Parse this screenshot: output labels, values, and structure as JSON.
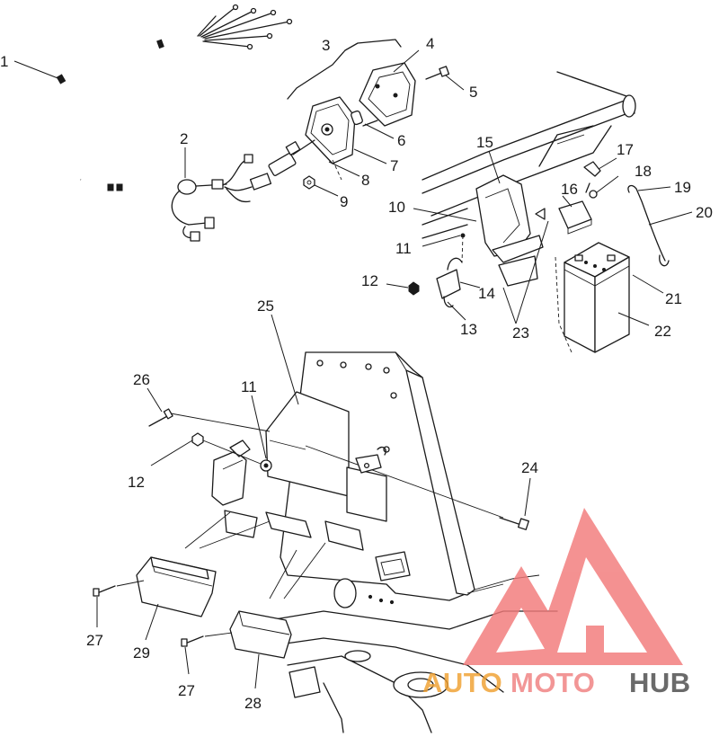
{
  "callouts": [
    {
      "id": "1",
      "text": "1"
    },
    {
      "id": "2",
      "text": "2"
    },
    {
      "id": "3",
      "text": "3"
    },
    {
      "id": "4",
      "text": "4"
    },
    {
      "id": "5",
      "text": "5"
    },
    {
      "id": "6",
      "text": "6"
    },
    {
      "id": "7",
      "text": "7"
    },
    {
      "id": "8",
      "text": "8"
    },
    {
      "id": "9",
      "text": "9"
    },
    {
      "id": "10",
      "text": "10"
    },
    {
      "id": "11a",
      "text": "11"
    },
    {
      "id": "12a",
      "text": "12"
    },
    {
      "id": "13",
      "text": "13"
    },
    {
      "id": "14",
      "text": "14"
    },
    {
      "id": "15",
      "text": "15"
    },
    {
      "id": "16",
      "text": "16"
    },
    {
      "id": "17",
      "text": "17"
    },
    {
      "id": "18",
      "text": "18"
    },
    {
      "id": "19",
      "text": "19"
    },
    {
      "id": "20",
      "text": "20"
    },
    {
      "id": "21",
      "text": "21"
    },
    {
      "id": "22",
      "text": "22"
    },
    {
      "id": "23",
      "text": "23"
    },
    {
      "id": "24",
      "text": "24"
    },
    {
      "id": "25",
      "text": "25"
    },
    {
      "id": "26",
      "text": "26"
    },
    {
      "id": "11b",
      "text": "11"
    },
    {
      "id": "12b",
      "text": "12"
    },
    {
      "id": "27a",
      "text": "27"
    },
    {
      "id": "27b",
      "text": "27"
    },
    {
      "id": "28",
      "text": "28"
    },
    {
      "id": "29",
      "text": "29"
    }
  ],
  "watermark": {
    "part1": "AUTO",
    "part2": "MOTO",
    "part3": "HUB",
    "color_part1": "#f0a030",
    "color_part2": "#f08080",
    "color_part3": "#4a4a4a",
    "logo_color": "#f27a7a"
  }
}
